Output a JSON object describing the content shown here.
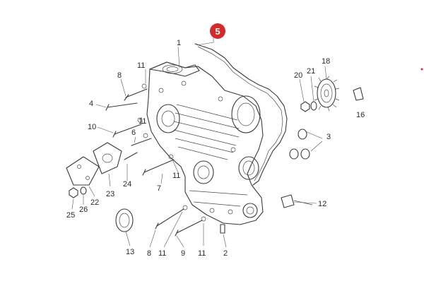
{
  "highlight": {
    "label": "5",
    "color": "#d42a2a"
  },
  "labels": [
    {
      "id": "p1",
      "text": "1"
    },
    {
      "id": "p2",
      "text": "2"
    },
    {
      "id": "p3",
      "text": "3"
    },
    {
      "id": "p4",
      "text": "4"
    },
    {
      "id": "p6",
      "text": "6"
    },
    {
      "id": "p7",
      "text": "7"
    },
    {
      "id": "p8a",
      "text": "8"
    },
    {
      "id": "p8b",
      "text": "8"
    },
    {
      "id": "p9",
      "text": "9"
    },
    {
      "id": "p10",
      "text": "10"
    },
    {
      "id": "p11a",
      "text": "11"
    },
    {
      "id": "p11b",
      "text": "11"
    },
    {
      "id": "p11c",
      "text": "11"
    },
    {
      "id": "p11d",
      "text": "11"
    },
    {
      "id": "p11e",
      "text": "11"
    },
    {
      "id": "p12",
      "text": "12"
    },
    {
      "id": "p13",
      "text": "13"
    },
    {
      "id": "p18",
      "text": "18"
    },
    {
      "id": "p20",
      "text": "20"
    },
    {
      "id": "p21",
      "text": "21"
    },
    {
      "id": "p22",
      "text": "22"
    },
    {
      "id": "p23",
      "text": "23"
    },
    {
      "id": "p24",
      "text": "24"
    },
    {
      "id": "p25",
      "text": "25"
    },
    {
      "id": "p26",
      "text": "26"
    },
    {
      "id": "p16",
      "text": "16"
    }
  ],
  "colors": {
    "line": "#3a3a3a",
    "text": "#2a2a2a",
    "background": "#ffffff"
  }
}
